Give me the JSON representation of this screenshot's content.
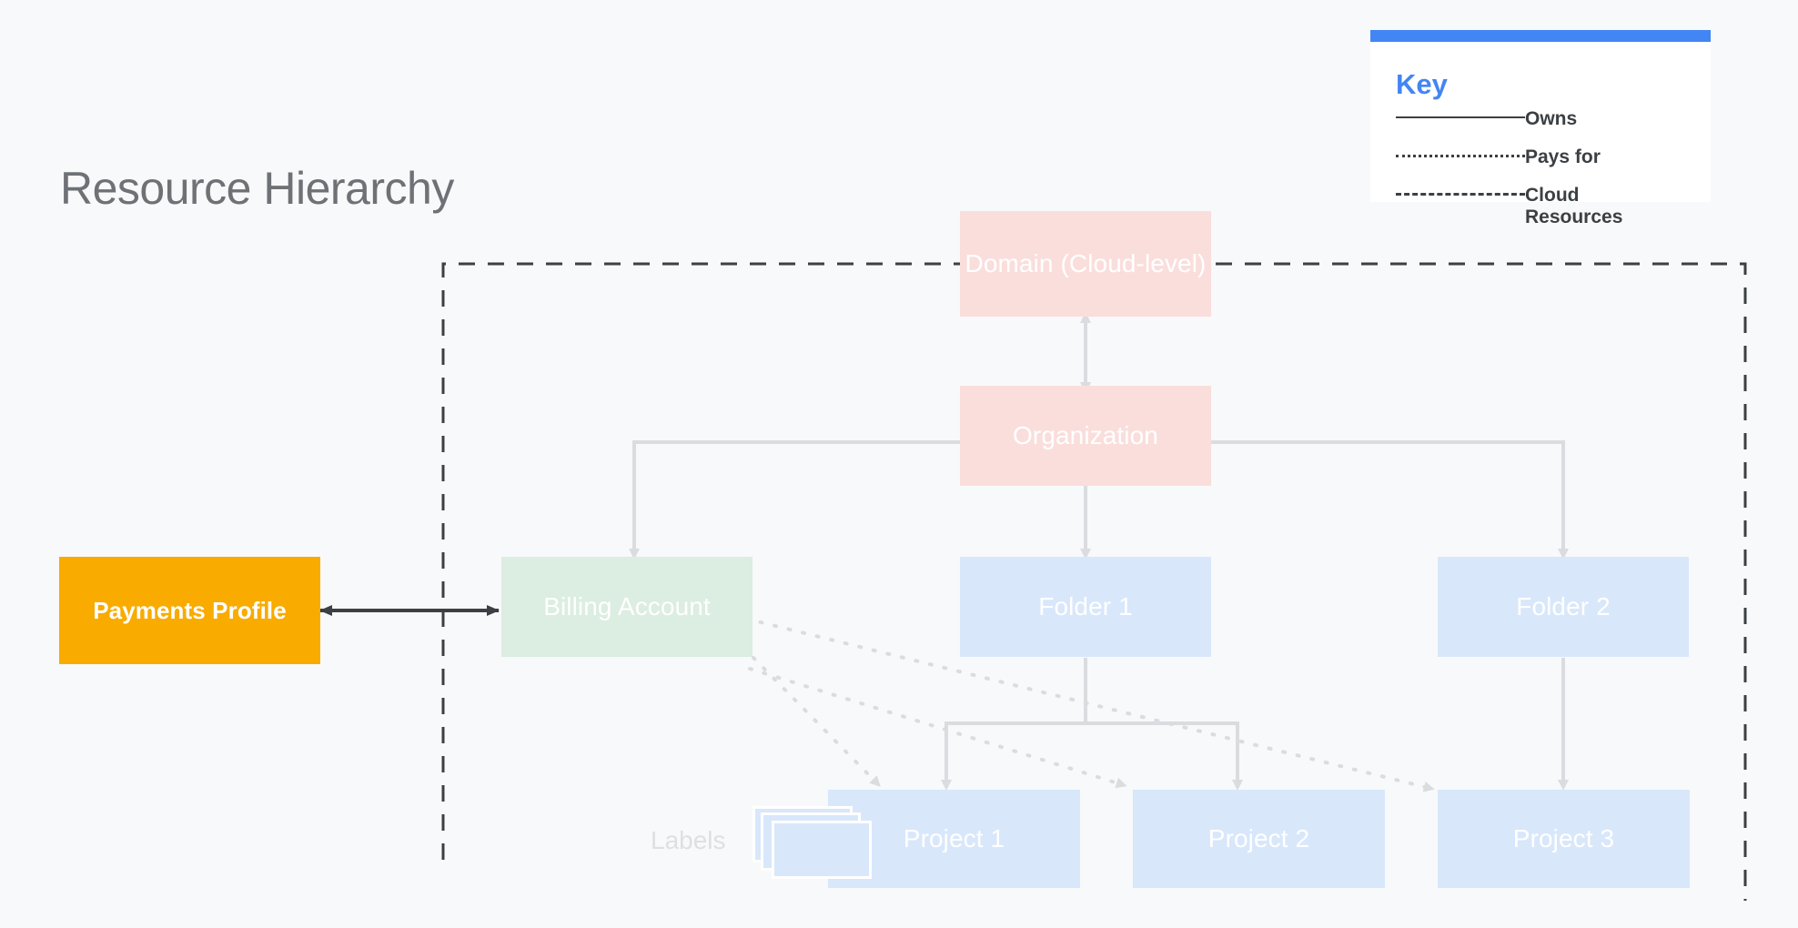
{
  "page": {
    "title": "Resource Hierarchy",
    "background_color": "#F8F9FA"
  },
  "key": {
    "heading": "Key",
    "accent_color": "#4285F4",
    "rows": [
      {
        "style": "solid",
        "label": "Owns"
      },
      {
        "style": "dotted",
        "label": "Pays for"
      },
      {
        "style": "dashed",
        "label": "Cloud Resources"
      }
    ]
  },
  "diagram": {
    "type": "hierarchy",
    "boundary": {
      "label": "Cloud Resources",
      "style": "dashed",
      "color": "#3C4043"
    },
    "nodes": [
      {
        "id": "domain",
        "label": "Domain (Cloud-level)",
        "color": "#FADEDC",
        "text_color": "#FFFFFF"
      },
      {
        "id": "organization",
        "label": "Organization",
        "color": "#FADEDC",
        "text_color": "#FFFFFF"
      },
      {
        "id": "payments_profile",
        "label": "Payments Profile",
        "color": "#F9AB00",
        "text_color": "#FFFFFF"
      },
      {
        "id": "billing_account",
        "label": "Billing Account",
        "color": "#DCEDE1",
        "text_color": "#FFFFFF"
      },
      {
        "id": "folder1",
        "label": "Folder 1",
        "color": "#D9E7FB",
        "text_color": "#FFFFFF"
      },
      {
        "id": "folder2",
        "label": "Folder 2",
        "color": "#D9E7FB",
        "text_color": "#FFFFFF"
      },
      {
        "id": "project1",
        "label": "Project 1",
        "color": "#D9E7FB",
        "text_color": "#FFFFFF"
      },
      {
        "id": "project2",
        "label": "Project 2",
        "color": "#D9E7FB",
        "text_color": "#FFFFFF"
      },
      {
        "id": "project3",
        "label": "Project 3",
        "color": "#D9E7FB",
        "text_color": "#FFFFFF"
      }
    ],
    "labels_annotation": {
      "caption": "Labels",
      "icon": "stacked-cards-icon"
    },
    "edges": [
      {
        "from": "domain",
        "to": "organization",
        "style": "solid",
        "direction": "both",
        "relation": "Owns"
      },
      {
        "from": "organization",
        "to": "billing_account",
        "style": "solid",
        "direction": "forward",
        "relation": "Owns"
      },
      {
        "from": "organization",
        "to": "folder1",
        "style": "solid",
        "direction": "forward",
        "relation": "Owns"
      },
      {
        "from": "organization",
        "to": "folder2",
        "style": "solid",
        "direction": "forward",
        "relation": "Owns"
      },
      {
        "from": "folder1",
        "to": "project1",
        "style": "solid",
        "direction": "forward",
        "relation": "Owns"
      },
      {
        "from": "folder1",
        "to": "project2",
        "style": "solid",
        "direction": "forward",
        "relation": "Owns"
      },
      {
        "from": "folder2",
        "to": "project3",
        "style": "solid",
        "direction": "forward",
        "relation": "Owns"
      },
      {
        "from": "payments_profile",
        "to": "billing_account",
        "style": "solid",
        "direction": "both",
        "relation": "Owns"
      },
      {
        "from": "billing_account",
        "to": "project1",
        "style": "dotted",
        "direction": "forward",
        "relation": "Pays for"
      },
      {
        "from": "billing_account",
        "to": "project2",
        "style": "dotted",
        "direction": "forward",
        "relation": "Pays for"
      },
      {
        "from": "billing_account",
        "to": "project3",
        "style": "dotted",
        "direction": "forward",
        "relation": "Pays for"
      }
    ]
  }
}
